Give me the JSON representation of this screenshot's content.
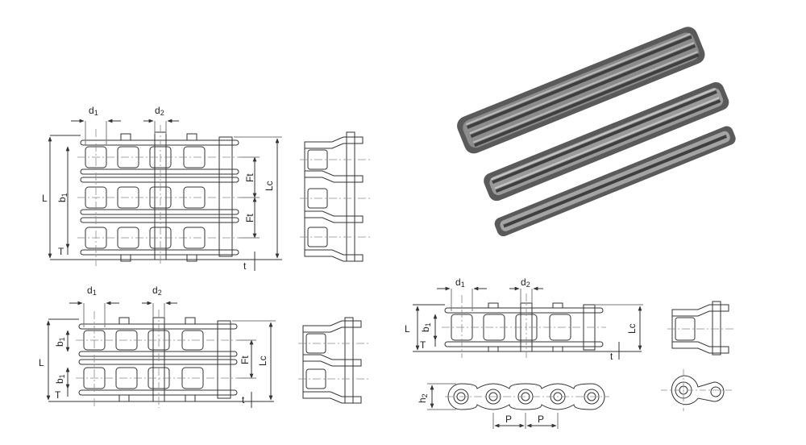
{
  "colors": {
    "line": "#333333",
    "center": "#7a7a7a",
    "chain_dark": "#4d4d4d",
    "chain_light": "#c9c9c9"
  },
  "triplex": {
    "labels": {
      "d1": "d",
      "d1_sub": "1",
      "d2": "d",
      "d2_sub": "2",
      "L": "L",
      "b1": "b",
      "b1_sub": "1",
      "T": "T",
      "Ft_upper": "Ft",
      "Ft_lower": "Ft",
      "Lc": "Lc",
      "t": "t"
    }
  },
  "duplex": {
    "labels": {
      "d1": "d",
      "d1_sub": "1",
      "d2": "d",
      "d2_sub": "2",
      "L": "L",
      "b1_upper": "b",
      "b1_upper_sub": "1",
      "b1_lower": "b",
      "b1_lower_sub": "1",
      "T": "T",
      "Ft": "Ft",
      "Lc": "Lc",
      "t": "t"
    }
  },
  "simplex": {
    "labels": {
      "d1": "d",
      "d1_sub": "1",
      "d2": "d",
      "d2_sub": "2",
      "L": "L",
      "b1": "b",
      "b1_sub": "1",
      "T": "T",
      "Lc": "Lc",
      "t": "t",
      "h2": "h",
      "h2_sub": "2",
      "P_left": "P",
      "P_right": "P"
    }
  }
}
